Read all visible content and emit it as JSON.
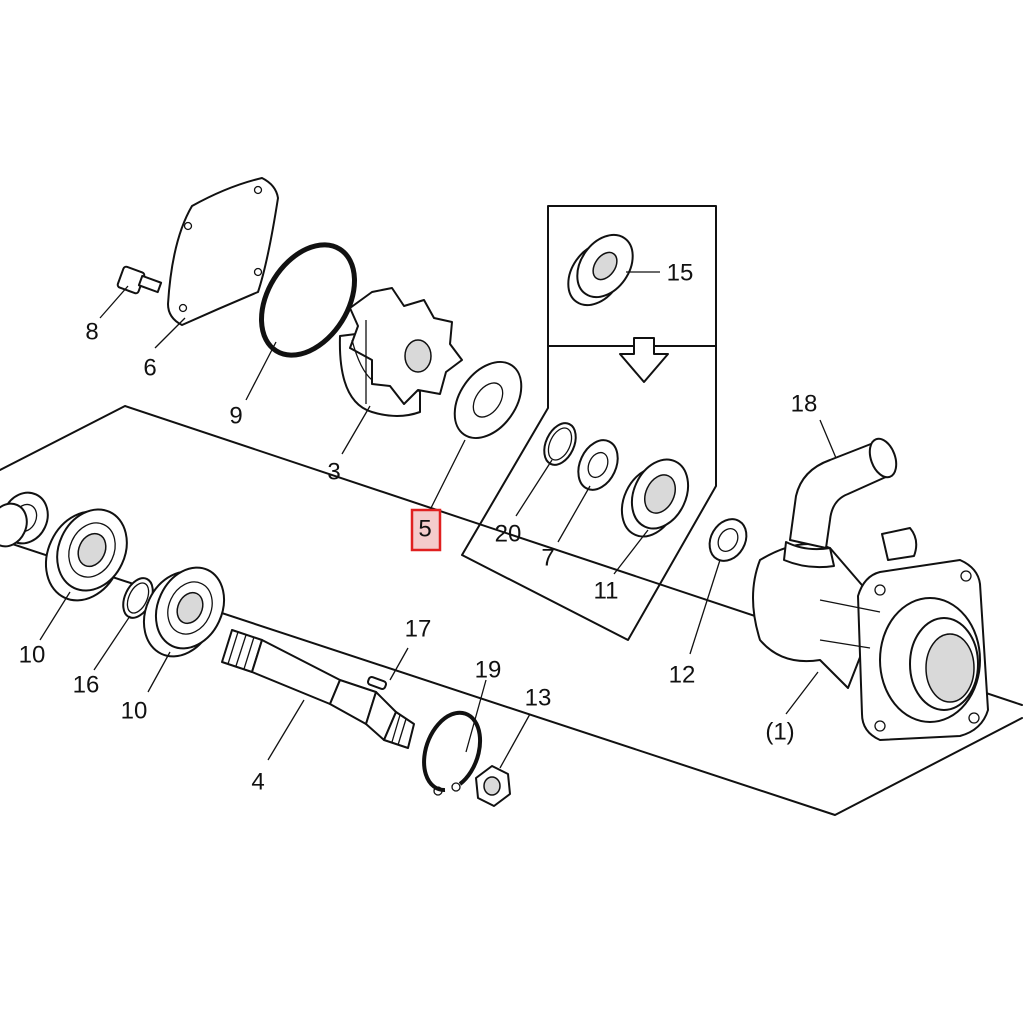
{
  "callouts": {
    "c1": "(1)",
    "c3": "3",
    "c4": "4",
    "c5": "5",
    "c6": "6",
    "c7": "7",
    "c8": "8",
    "c9": "9",
    "c10a": "10",
    "c10b": "10",
    "c11": "11",
    "c12": "12",
    "c13": "13",
    "c15": "15",
    "c16": "16",
    "c17": "17",
    "c18": "18",
    "c19": "19",
    "c20": "20"
  },
  "highlight": {
    "color": "#e02020",
    "fill": "#f4cccc",
    "part": "5"
  },
  "icons": {
    "arrow": "down-arrow-icon"
  }
}
